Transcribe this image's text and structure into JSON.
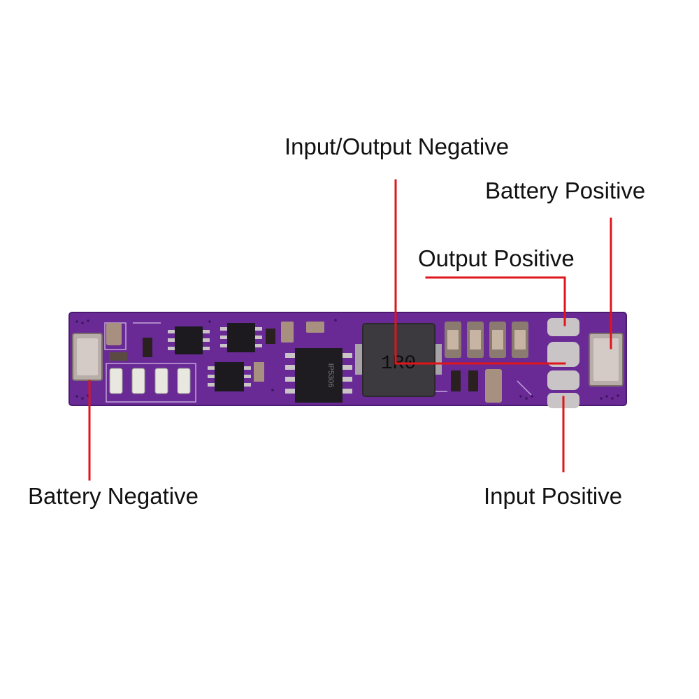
{
  "labels": {
    "input_output_negative": "Input/Output Negative",
    "battery_positive": "Battery Positive",
    "output_positive": "Output Positive",
    "battery_negative": "Battery Negative",
    "input_positive": "Input Positive"
  },
  "board": {
    "inductor_marking": "1R0",
    "chip_marking": "IP5306"
  },
  "colors": {
    "pcb": "#6a2a96",
    "pcb_dark": "#4a1a70",
    "leader_line": "#e0141b",
    "pad": "#c9c4c6",
    "background": "#ffffff"
  }
}
